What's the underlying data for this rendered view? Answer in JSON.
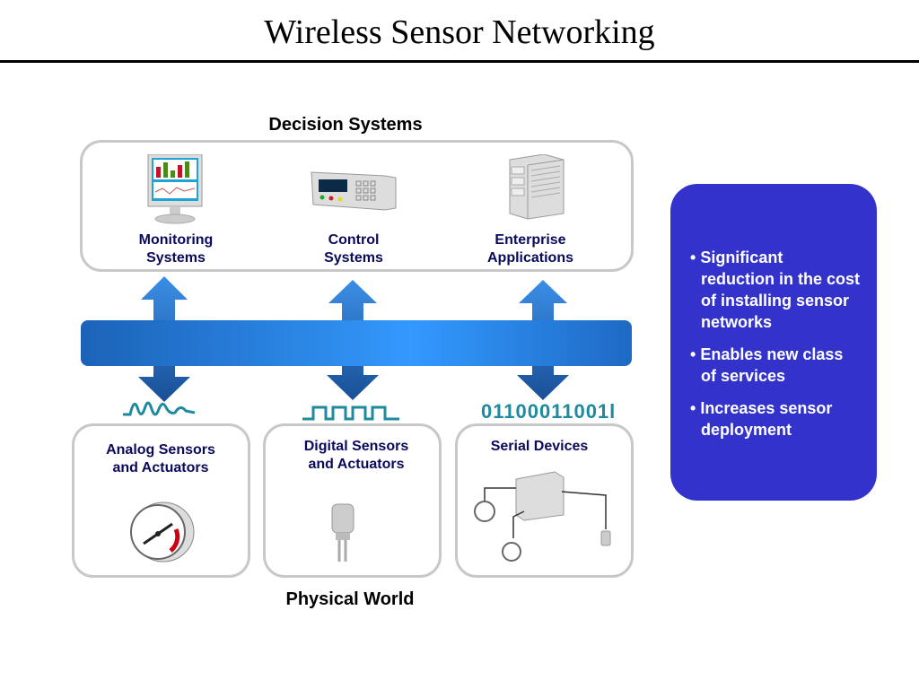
{
  "title": "Wireless Sensor Networking",
  "decision_header": "Decision Systems",
  "physical_header": "Physical World",
  "decision_systems": [
    {
      "line1": "Monitoring",
      "line2": "Systems",
      "icon": "monitor-icon"
    },
    {
      "line1": "Control",
      "line2": "Systems",
      "icon": "control-panel-icon"
    },
    {
      "line1": "Enterprise",
      "line2": "Applications",
      "icon": "server-icon"
    }
  ],
  "physical": [
    {
      "line1": "Analog Sensors",
      "line2": "and Actuators",
      "signal": "analog-wave-icon",
      "icon": "gauge-icon"
    },
    {
      "line1": "Digital Sensors",
      "line2": "and Actuators",
      "signal": "square-wave-icon",
      "icon": "sensor-icon"
    },
    {
      "line1": "Serial Devices",
      "line2": "",
      "signal_text": "01100011001l",
      "icon": "serial-device-icon"
    }
  ],
  "bullets": [
    "Significant reduction in the cost of installing sensor networks",
    "Enables new class of services",
    "Increases sensor deployment"
  ],
  "colors": {
    "panel": "#3333cc",
    "bus": "#3399ff",
    "label": "#0a0a5c",
    "signal": "#1d8a9e"
  }
}
